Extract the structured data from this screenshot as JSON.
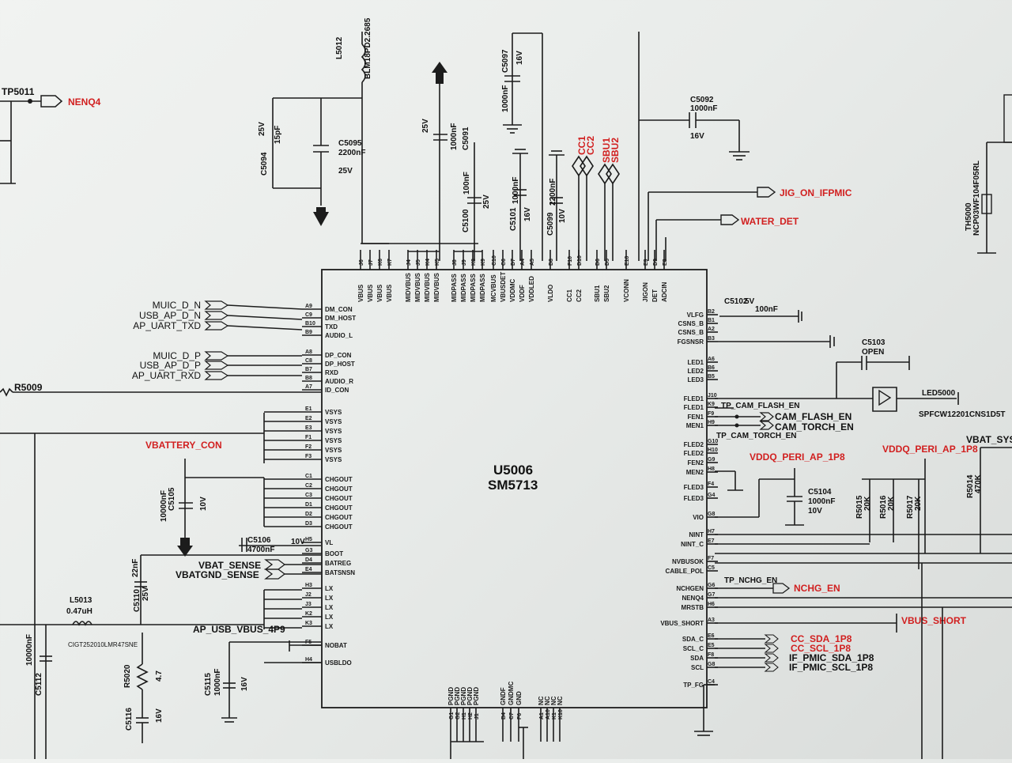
{
  "chip": {
    "ref": "U5006",
    "part": "SM5713"
  },
  "left_pins": [
    {
      "num": "A9",
      "name": "DM_CON",
      "net": "MUIC_D_N"
    },
    {
      "num": "C9",
      "name": "DM_HOST",
      "net": "USB_AP_D_N"
    },
    {
      "num": "B10",
      "name": "TXD",
      "net": "AP_UART_TXD"
    },
    {
      "num": "B9",
      "name": "AUDIO_L",
      "net": ""
    },
    {
      "num": "A8",
      "name": "DP_CON",
      "net": "MUIC_D_P"
    },
    {
      "num": "C8",
      "name": "DP_HOST",
      "net": "USB_AP_D_P"
    },
    {
      "num": "B7",
      "name": "RXD",
      "net": "AP_UART_RXD"
    },
    {
      "num": "B8",
      "name": "AUDIO_R",
      "net": ""
    },
    {
      "num": "A7",
      "name": "ID_CON",
      "net": ""
    },
    {
      "num": "E1",
      "name": "VSYS"
    },
    {
      "num": "E2",
      "name": "VSYS"
    },
    {
      "num": "E3",
      "name": "VSYS"
    },
    {
      "num": "F1",
      "name": "VSYS"
    },
    {
      "num": "F2",
      "name": "VSYS"
    },
    {
      "num": "F3",
      "name": "VSYS"
    },
    {
      "num": "C1",
      "name": "CHGOUT"
    },
    {
      "num": "C2",
      "name": "CHGOUT"
    },
    {
      "num": "C3",
      "name": "CHGOUT"
    },
    {
      "num": "D1",
      "name": "CHGOUT"
    },
    {
      "num": "D2",
      "name": "CHGOUT"
    },
    {
      "num": "D3",
      "name": "CHGOUT"
    },
    {
      "num": "H5",
      "name": "VL"
    },
    {
      "num": "G3",
      "name": "BOOT"
    },
    {
      "num": "D4",
      "name": "BATREG"
    },
    {
      "num": "E4",
      "name": "BATSNSN"
    },
    {
      "num": "H3",
      "name": "LX"
    },
    {
      "num": "J2",
      "name": "LX"
    },
    {
      "num": "J3",
      "name": "LX"
    },
    {
      "num": "K2",
      "name": "LX"
    },
    {
      "num": "K3",
      "name": "LX"
    },
    {
      "num": "F5",
      "name": "NOBAT"
    },
    {
      "num": "H4",
      "name": "USBLDO"
    }
  ],
  "top_pins": [
    {
      "num": "J6",
      "name": "VBUS"
    },
    {
      "num": "J7",
      "name": "VBUS"
    },
    {
      "num": "K6",
      "name": "VBUS"
    },
    {
      "num": "K7",
      "name": "VBUS"
    },
    {
      "num": "J4",
      "name": "MIDVBUS"
    },
    {
      "num": "J5",
      "name": "MIDVBUS"
    },
    {
      "num": "K4",
      "name": "MIDVBUS"
    },
    {
      "num": "K5",
      "name": "MIDVBUS"
    },
    {
      "num": "J8",
      "name": "MIDPASS"
    },
    {
      "num": "J9",
      "name": "MIDPASS"
    },
    {
      "num": "K8",
      "name": "MIDPASS"
    },
    {
      "num": "K9",
      "name": "MIDPASS"
    },
    {
      "num": "C10",
      "name": "MCVBUS"
    },
    {
      "num": "C6",
      "name": "VBUSDET"
    },
    {
      "num": "D7",
      "name": "VDDMC"
    },
    {
      "num": "A4",
      "name": "VDDF"
    },
    {
      "num": "A5",
      "name": "VDDLED"
    },
    {
      "num": "D8",
      "name": "VLDO"
    },
    {
      "num": "F10",
      "name": "CC1"
    },
    {
      "num": "D10",
      "name": "CC2"
    },
    {
      "num": "D6",
      "name": "SBU1"
    },
    {
      "num": "D5",
      "name": "SBU2"
    },
    {
      "num": "E10",
      "name": "VCONN"
    },
    {
      "num": "E9",
      "name": "JIGON"
    },
    {
      "num": "D9",
      "name": "DET"
    },
    {
      "num": "E8",
      "name": "ADCIN"
    }
  ],
  "right_pins": [
    {
      "num": "B2",
      "name": "VLFG"
    },
    {
      "num": "B1",
      "name": "CSNS_B"
    },
    {
      "num": "A2",
      "name": "CSNS_B"
    },
    {
      "num": "B3",
      "name": "FGSNSR"
    },
    {
      "num": "A6",
      "name": "LED1"
    },
    {
      "num": "B6",
      "name": "LED2"
    },
    {
      "num": "B5",
      "name": "LED3"
    },
    {
      "num": "J10",
      "name": "FLED1"
    },
    {
      "num": "K9",
      "name": "FLED1"
    },
    {
      "num": "F9",
      "name": "FEN1"
    },
    {
      "num": "H9",
      "name": "MEN1"
    },
    {
      "num": "G10",
      "name": "FLED2"
    },
    {
      "num": "H10",
      "name": "FLED2"
    },
    {
      "num": "G9",
      "name": "FEN2"
    },
    {
      "num": "H8",
      "name": "MEN2"
    },
    {
      "num": "F4",
      "name": "FLED3"
    },
    {
      "num": "G4",
      "name": "FLED3"
    },
    {
      "num": "G8",
      "name": "VIO"
    },
    {
      "num": "H7",
      "name": "NINT"
    },
    {
      "num": "E7",
      "name": "NINT_C"
    },
    {
      "num": "F7",
      "name": "NVBUSOK"
    },
    {
      "num": "C5",
      "name": "CABLE_POL"
    },
    {
      "num": "G6",
      "name": "NCHGEN"
    },
    {
      "num": "G7",
      "name": "NENQ4"
    },
    {
      "num": "H6",
      "name": "MRSTB"
    },
    {
      "num": "A3",
      "name": "VBUS_SHORT"
    },
    {
      "num": "E6",
      "name": "SDA_C"
    },
    {
      "num": "E5",
      "name": "SCL_C"
    },
    {
      "num": "F8",
      "name": "SDA"
    },
    {
      "num": "G8",
      "name": "SCL"
    },
    {
      "num": "C4",
      "name": "TP_FG"
    }
  ],
  "bottom_pins": [
    {
      "num": "G1",
      "name": "PGND"
    },
    {
      "num": "G2",
      "name": "PGND"
    },
    {
      "num": "H1",
      "name": "PGND"
    },
    {
      "num": "H2",
      "name": "PGND"
    },
    {
      "num": "J1",
      "name": "PGND"
    },
    {
      "num": "B4",
      "name": "GNDF"
    },
    {
      "num": "C7",
      "name": "GNDMC"
    },
    {
      "num": "F6",
      "name": "GND"
    },
    {
      "num": "A1",
      "name": "NC"
    },
    {
      "num": "A10",
      "name": "NC"
    },
    {
      "num": "K1",
      "name": "NC"
    },
    {
      "num": "K10",
      "name": "NC"
    }
  ],
  "nets": {
    "left_labels": [
      "MUIC_D_N",
      "USB_AP_D_N",
      "AP_UART_TXD",
      "MUIC_D_P",
      "USB_AP_D_P",
      "AP_UART_RXD"
    ],
    "vbattery_con": "VBATTERY_CON",
    "vbat_sense": "VBAT_SENSE",
    "vbatgnd_sense": "VBATGND_SENSE",
    "ap_usb_vbus": "AP_USB_VBUS_4P9",
    "nenq4": "NENQ4",
    "tp5011": "TP5011",
    "jig_on": "JIG_ON_IFPMIC",
    "water_det": "WATER_DET",
    "cc1": "CC1",
    "cc2": "CC2",
    "sbu1": "SBU1",
    "sbu2": "SBU2",
    "tp_cam_flash": "TP_CAM_FLASH_EN",
    "cam_flash": "CAM_FLASH_EN",
    "cam_torch": "CAM_TORCH_EN",
    "tp_cam_torch": "TP_CAM_TORCH_EN",
    "vddq_1": "VDDQ_PERI_AP_1P8",
    "vddq_2": "VDDQ_PERI_AP_1P8",
    "vbat_sys": "VBAT_SYS",
    "tp_nchg": "TP_NCHG_EN",
    "nchg_en": "NCHG_EN",
    "vbus_short": "VBUS_SHORT",
    "cc_sda": "CC_SDA_1P8",
    "cc_scl": "CC_SCL_1P8",
    "if_sda": "IF_PMIC_SDA_1P8",
    "if_scl": "IF_PMIC_SCL_1P8",
    "r5009": "R5009"
  },
  "components": {
    "l5012": {
      "ref": "L5012",
      "value": "BLM18PD2.2685"
    },
    "c5095": {
      "ref": "C5095",
      "value": "2200nF",
      "volt": "25V"
    },
    "c5094": {
      "ref": "C5094",
      "value": "15pF",
      "volt": "25V"
    },
    "c5097": {
      "ref": "C5097",
      "value": "1000nF",
      "volt": "16V"
    },
    "c5091": {
      "ref": "C5091",
      "value": "1000nF",
      "volt": "25V"
    },
    "c5100": {
      "ref": "C5100",
      "value": "100nF",
      "volt": "25V"
    },
    "c5101": {
      "ref": "C5101",
      "value": "1000nF",
      "volt": "16V"
    },
    "c5099": {
      "ref": "C5099",
      "value": "2200nF",
      "volt": "10V"
    },
    "c5092": {
      "ref": "C5092",
      "value": "1000nF",
      "volt": "16V"
    },
    "c5102": {
      "ref": "C5102",
      "value": "100nF",
      "volt": "5V"
    },
    "c5103": {
      "ref": "C5103",
      "value": "OPEN"
    },
    "led5000": {
      "ref": "LED5000",
      "part": "SPFCW12201CNS1D5T"
    },
    "c5104": {
      "ref": "C5104",
      "value": "1000nF",
      "volt": "10V"
    },
    "c5105": {
      "ref": "C5105",
      "value": "10000nF",
      "volt": "10V"
    },
    "c5106": {
      "ref": "C5106",
      "value": "4700nF",
      "volt": "10V"
    },
    "c5110": {
      "ref": "C5110",
      "value": "22nF",
      "volt": "25V"
    },
    "l5013": {
      "ref": "L5013",
      "value": "0.47uH",
      "part": "CIGT252010LMR47SNE"
    },
    "c5112": {
      "ref": "C5112",
      "value": "10000nF"
    },
    "r5020": {
      "ref": "R5020",
      "value": "4.7"
    },
    "c5115": {
      "ref": "C5115",
      "value": "1000nF",
      "volt": "16V"
    },
    "c5116": {
      "ref": "C5116",
      "volt": "16V"
    },
    "r5015": {
      "ref": "R5015",
      "value": "20K"
    },
    "r5016": {
      "ref": "R5016",
      "value": "20K"
    },
    "r5017": {
      "ref": "R5017",
      "value": "20K"
    },
    "r5014": {
      "ref": "R5014",
      "value": "470K"
    },
    "th5000": {
      "ref": "TH5000",
      "part": "NCP03WF104F05RL"
    }
  },
  "colors": {
    "red_net": "#d11f1f",
    "wire": "#1c1c1c",
    "background": "#eceeec"
  }
}
